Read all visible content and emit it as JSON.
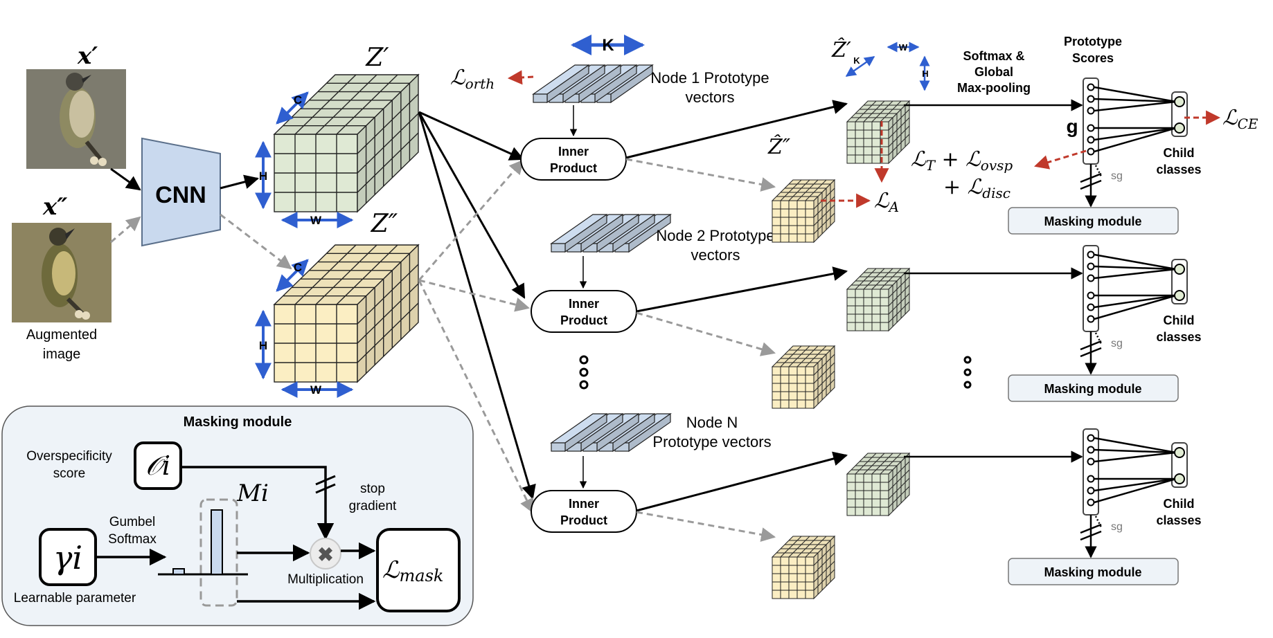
{
  "inputs": {
    "x_prime": "x′",
    "x_double_prime": "x″",
    "augmented_caption": [
      "Augmented",
      "image"
    ]
  },
  "cnn_label": "CNN",
  "feature_maps": {
    "z_prime": "Z′",
    "z_double_prime": "Z″",
    "dim_c": "C",
    "dim_h": "H",
    "dim_w": "W"
  },
  "prototypes": {
    "k_label": "K",
    "node1": [
      "Node 1 Prototype",
      "vectors"
    ],
    "node2": [
      "Node 2 Prototype",
      "vectors"
    ],
    "nodeN": [
      "Node N",
      "Prototype vectors"
    ],
    "inner_product": [
      "Inner",
      "Product"
    ]
  },
  "similarity": {
    "z_hat_prime": "Ẑ′",
    "z_hat_double_prime": "Ẑ″",
    "dim_k": "K",
    "dim_w": "W",
    "dim_h": "H",
    "pooling": [
      "Softmax &",
      "Global",
      "Max-pooling"
    ]
  },
  "scores": {
    "title": [
      "Prototype",
      "Scores"
    ],
    "g_label": "g",
    "child_classes": [
      "Child",
      "classes"
    ],
    "stop_grad_short": "sg",
    "masking_module": "Masking module"
  },
  "losses": {
    "orth": "ℒorth",
    "ce": "ℒCE",
    "a": "ℒA",
    "t_ovsp": "ℒT + ℒovsp",
    "disc": "+ ℒdisc"
  },
  "masking_panel": {
    "title": "Masking module",
    "overspecificity": [
      "Overspecificity",
      "score"
    ],
    "o_symbol": "𝒪i",
    "gamma_symbol": "γi",
    "learnable": "Learnable parameter",
    "gumbel": [
      "Gumbel",
      "Softmax"
    ],
    "mask_symbol": "Mi",
    "stop_gradient": [
      "stop",
      "gradient"
    ],
    "multiplication": "Multiplication",
    "loss_mask": "ℒmask"
  },
  "colors": {
    "green_face": "#dfe9d4",
    "yellow_face": "#fbeec3",
    "blue_proto": "#cddcee",
    "cnn_fill": "#c9d9ee",
    "accent_blue": "#2f5fd0",
    "loss_red": "#c0392b",
    "dashed_gray": "#9a9a9a"
  }
}
